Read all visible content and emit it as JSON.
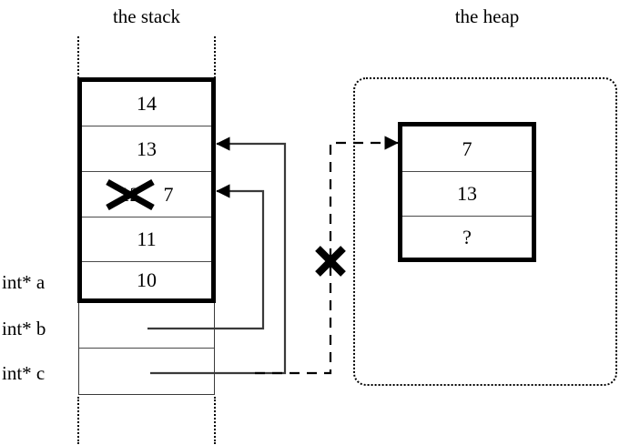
{
  "titles": {
    "stack": "the stack",
    "heap": "the heap"
  },
  "stack": {
    "frame_cells": [
      {
        "value": "14"
      },
      {
        "value": "13"
      },
      {
        "value": "12",
        "replacement": "7",
        "struck": true
      },
      {
        "value": "11"
      },
      {
        "value": "10"
      }
    ],
    "variables": [
      {
        "label": "int* a"
      },
      {
        "label": "int* b"
      },
      {
        "label": "int* c"
      }
    ]
  },
  "heap": {
    "cells": [
      {
        "value": "7"
      },
      {
        "value": "13"
      },
      {
        "value": "?"
      }
    ]
  },
  "annotations": {
    "invalid_pointer_mark": "x-cross",
    "struck_value_mark": "x-cross"
  },
  "colors": {
    "stroke": "#000000",
    "thin_stroke": "#4a4a4a",
    "background": "#ffffff"
  }
}
